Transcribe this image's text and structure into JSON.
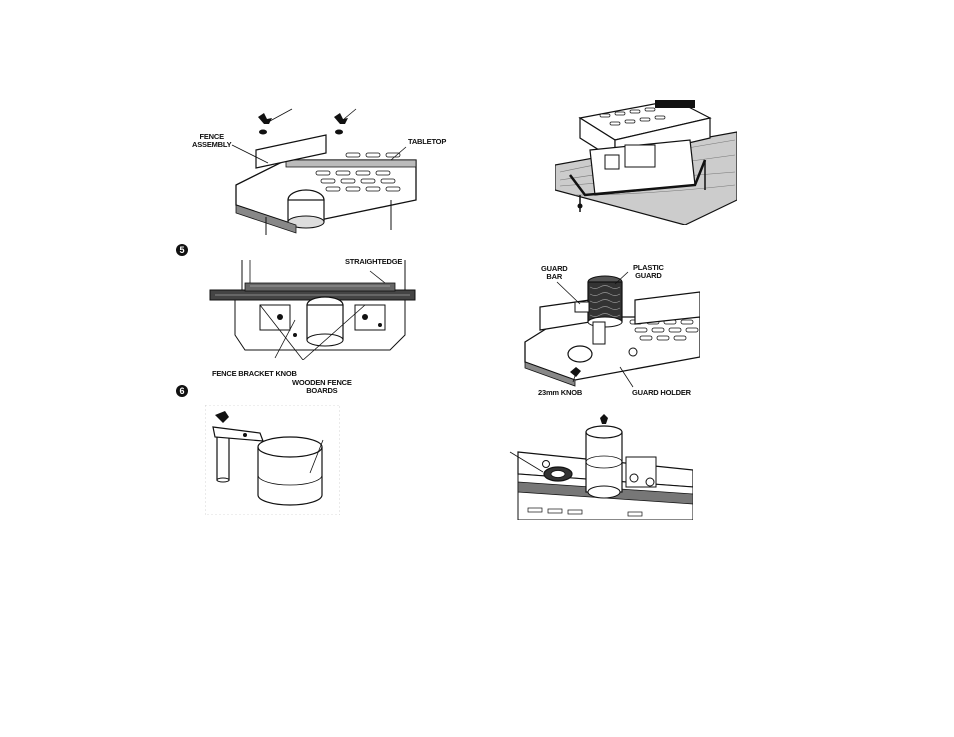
{
  "figure_top_left": {
    "labels": {
      "fence_assembly": "FENCE\nASSEMBLY",
      "tabletop": "TABLETOP"
    }
  },
  "figure_straightedge": {
    "step": "5",
    "labels": {
      "straightedge": "STRAIGHTEDGE",
      "fence_bracket_knob": "FENCE BRACKET KNOB",
      "wooden_fence_boards": "WOODEN FENCE\nBOARDS"
    }
  },
  "figure_guard_bar": {
    "step": "6"
  },
  "figure_plastic_guard": {
    "labels": {
      "guard_bar": "GUARD\nBAR",
      "plastic_guard": "PLASTIC\nGUARD",
      "knob_23mm": "23mm KNOB",
      "guard_holder": "GUARD HOLDER"
    }
  }
}
